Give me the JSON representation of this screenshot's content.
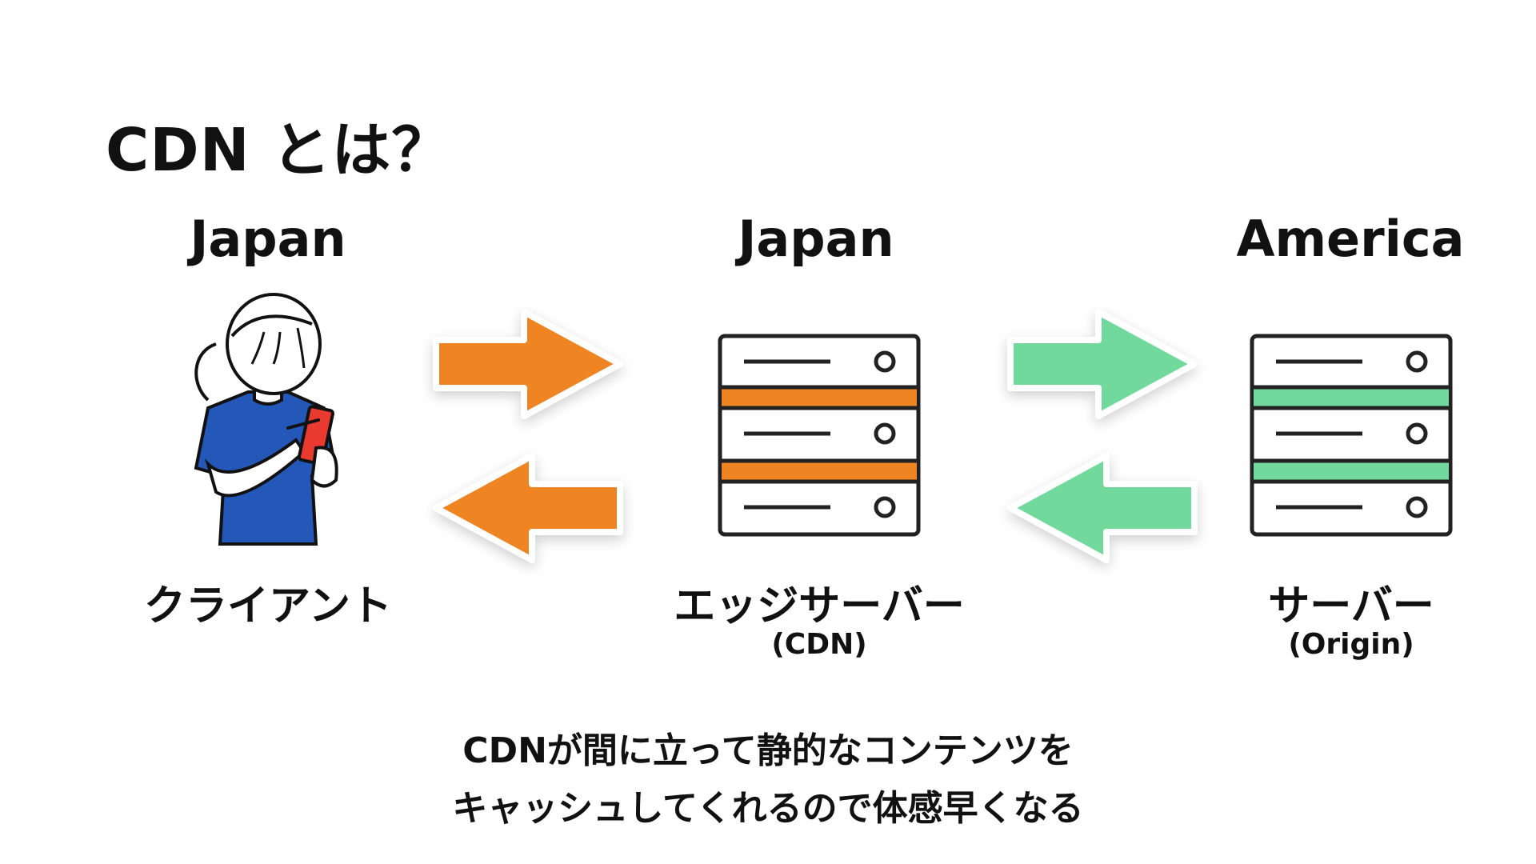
{
  "title": "CDN とは？",
  "client": {
    "region": "Japan",
    "label": "クライアント"
  },
  "edge": {
    "region": "Japan",
    "label": "エッジサーバー",
    "sublabel": "(CDN)",
    "accent_color": "#ee8422"
  },
  "origin": {
    "region": "America",
    "label": "サーバー",
    "sublabel": "(Origin)",
    "accent_color": "#72d99c"
  },
  "arrows": {
    "client_edge_color": "#ee8422",
    "edge_origin_color": "#72d99c"
  },
  "caption": {
    "line1": "CDNが間に立って静的なコンテンツを",
    "line2": "キャッシュしてくれるので体感早くなる"
  },
  "illustration": {
    "shirt_color": "#2458b8",
    "phone_color": "#e83a2e"
  }
}
